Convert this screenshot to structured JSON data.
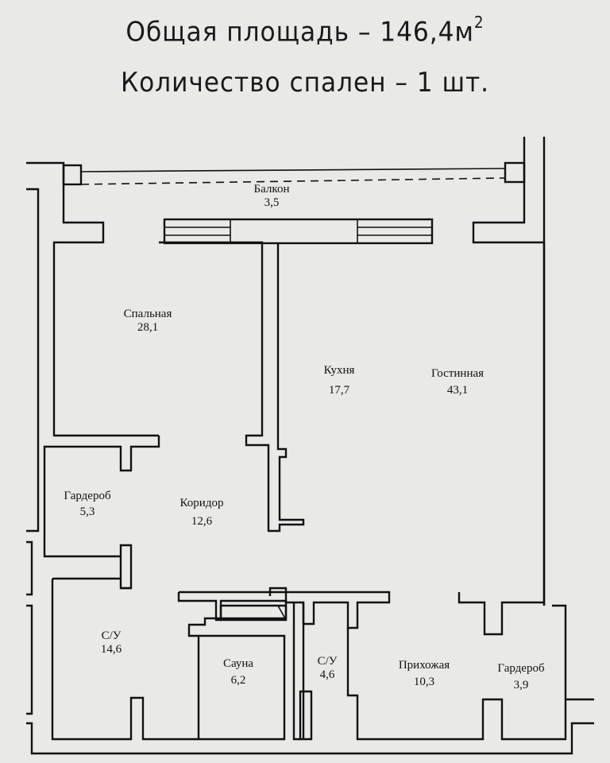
{
  "header": {
    "line1_prefix": "Общая площадь – 146,4м",
    "line1_sup": "2",
    "line2": "Количество спален – 1 шт."
  },
  "rooms": [
    {
      "id": "balcony",
      "name": "Балкон",
      "area": "3,5"
    },
    {
      "id": "bedroom",
      "name": "Спальная",
      "area": "28,1"
    },
    {
      "id": "kitchen",
      "name": "Кухня",
      "area": "17,7"
    },
    {
      "id": "living",
      "name": "Гостинная",
      "area": "43,1"
    },
    {
      "id": "wardrobe1",
      "name": "Гардероб",
      "area": "5,3"
    },
    {
      "id": "corridor",
      "name": "Коридор",
      "area": "12,6"
    },
    {
      "id": "bath1",
      "name": "С/У",
      "area": "14,6"
    },
    {
      "id": "sauna",
      "name": "Сауна",
      "area": "6,2"
    },
    {
      "id": "bath2",
      "name": "С/У",
      "area": "4,6"
    },
    {
      "id": "hall",
      "name": "Прихожая",
      "area": "10,3"
    },
    {
      "id": "wardrobe2",
      "name": "Гардероб",
      "area": "3,9"
    }
  ],
  "colors": {
    "background": "#e9e9e7",
    "ink": "#111111"
  }
}
